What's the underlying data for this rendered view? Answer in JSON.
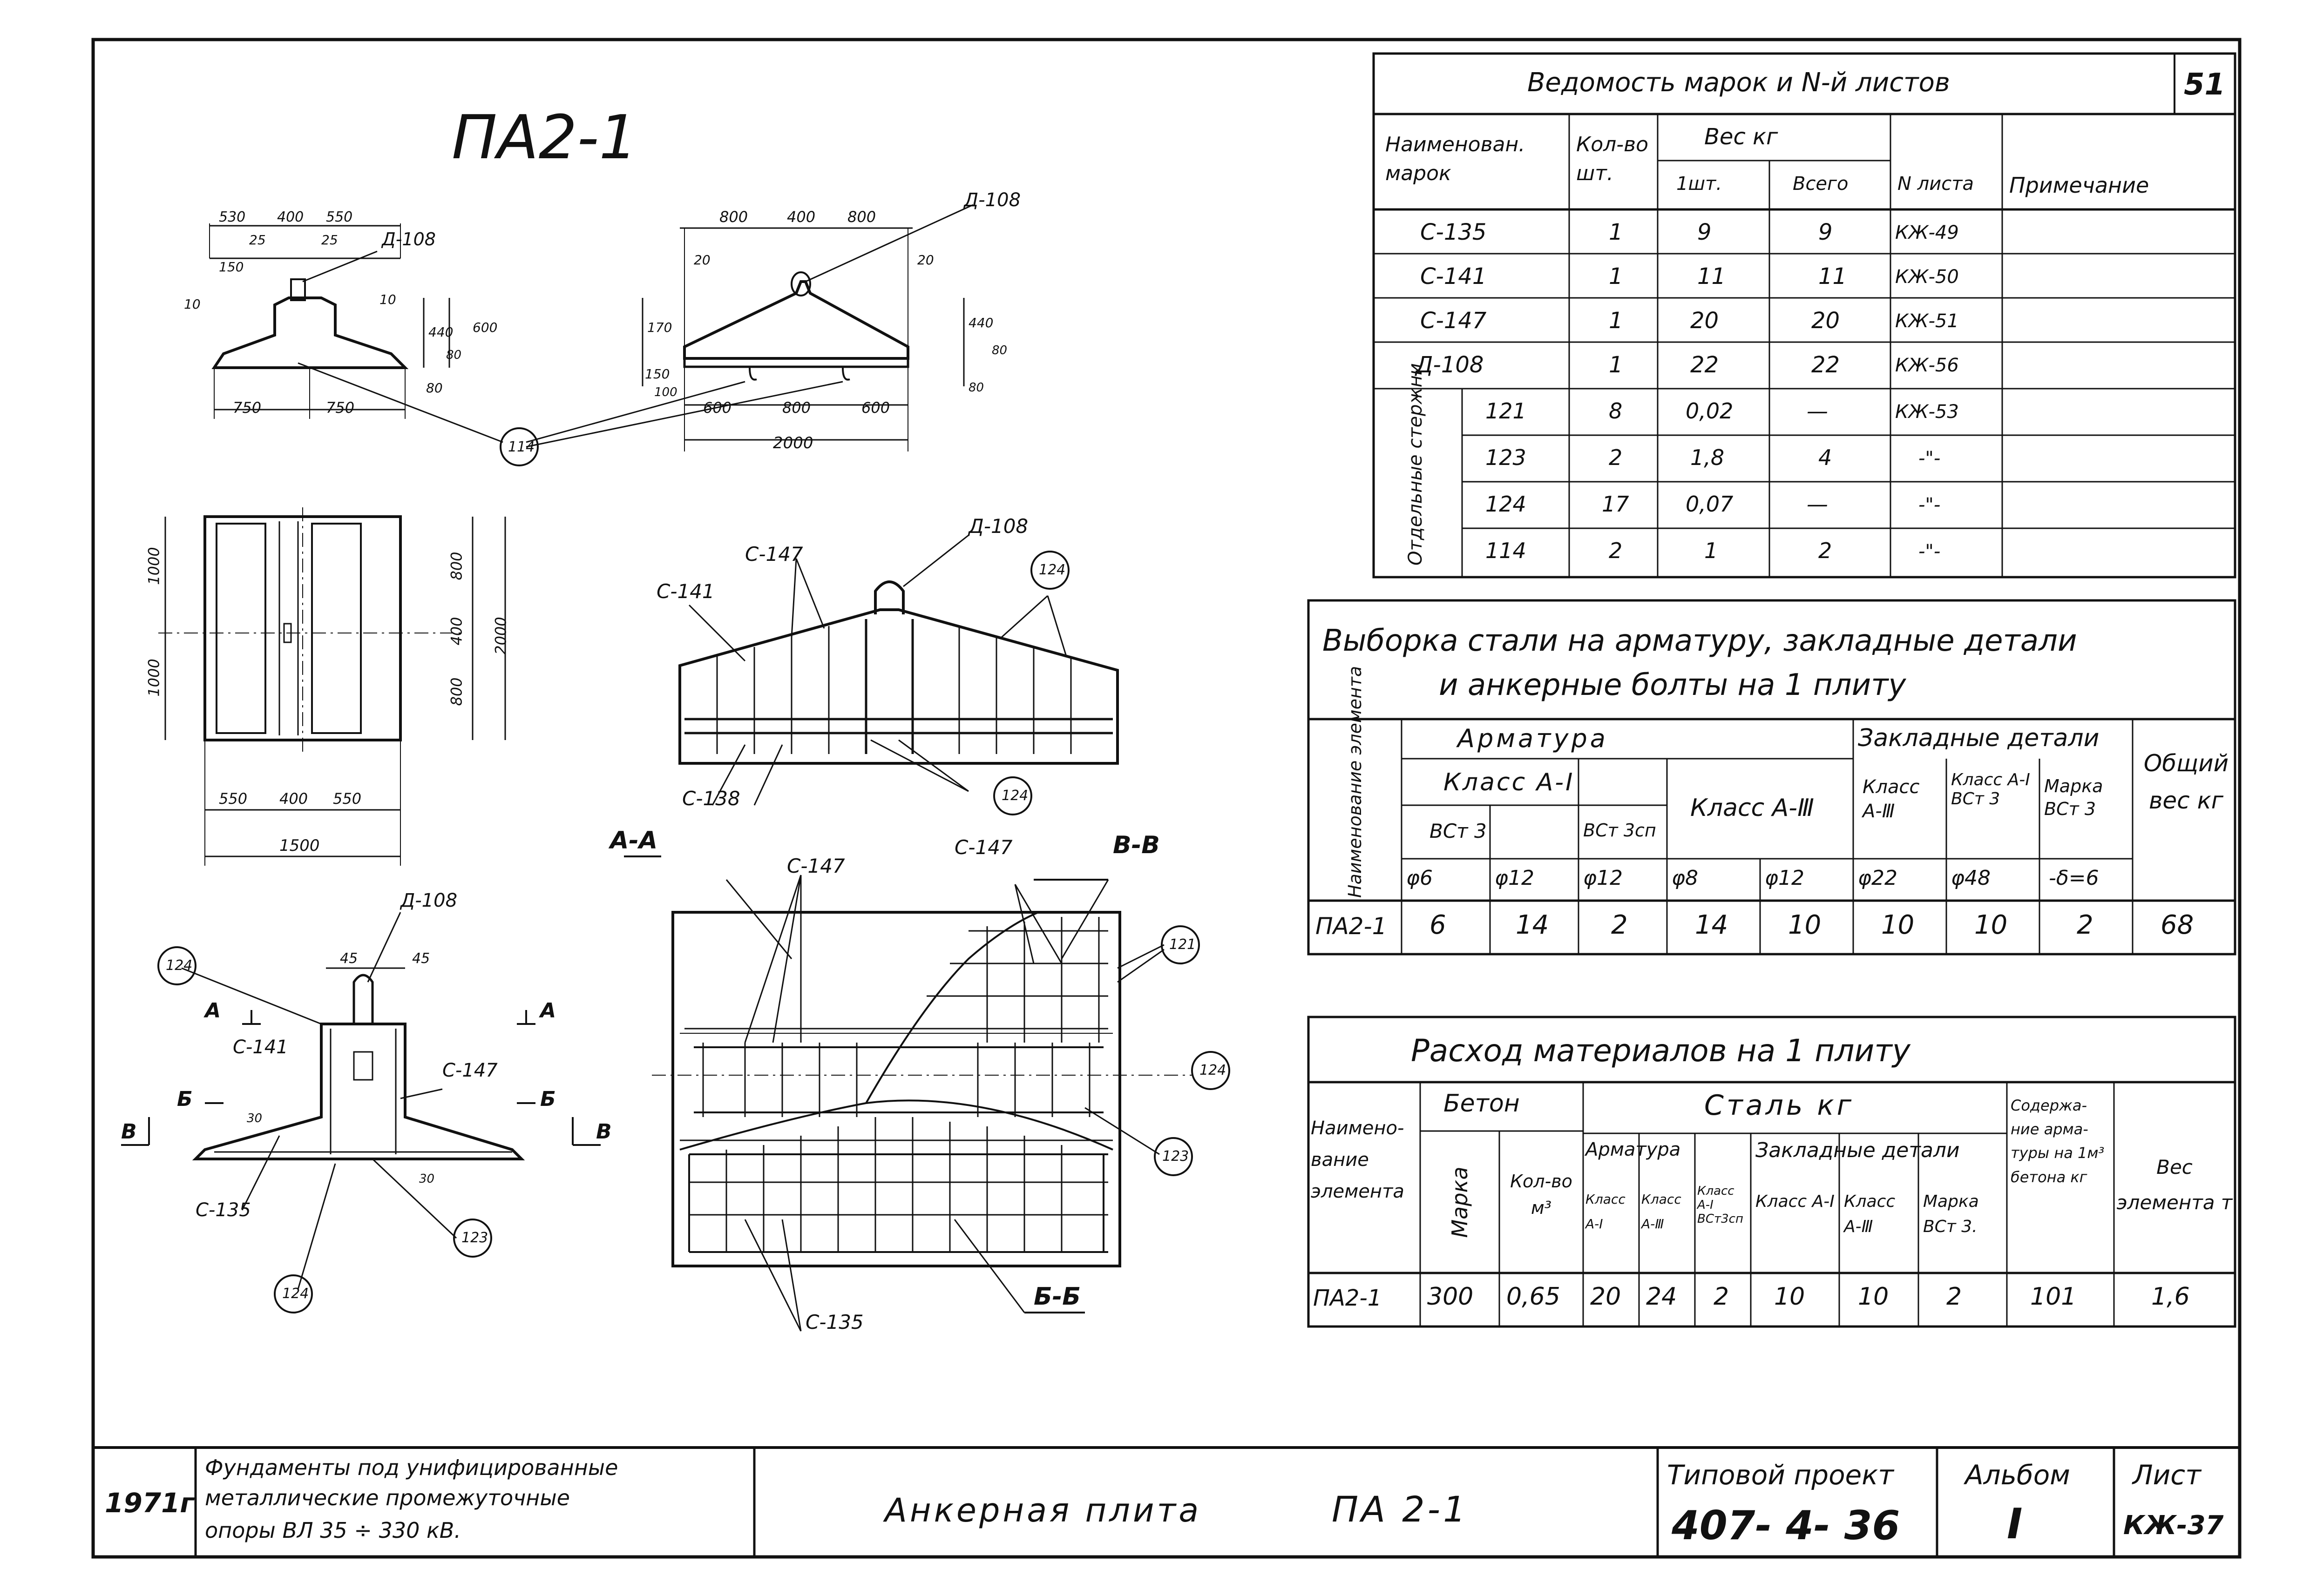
{
  "sheet": {
    "title": "ПА2-1",
    "page_corner": "51"
  },
  "drawing_labels": {
    "d108": "Д-108",
    "c141": "С-141",
    "c147": "С-147",
    "c138": "С-138",
    "c135": "С-135",
    "aa": "А-А",
    "bb": "Б-Б",
    "vv": "В-В",
    "a": "А",
    "b": "Б",
    "v": "В"
  },
  "dims": {
    "top_left": [
      "530",
      "400",
      "550",
      "25",
      "25",
      "150",
      "10",
      "10",
      "440",
      "80",
      "600",
      "80",
      "750",
      "750"
    ],
    "top_right": [
      "800",
      "400",
      "800",
      "20",
      "20",
      "170",
      "150",
      "100",
      "440",
      "80",
      "80",
      "600",
      "800",
      "600",
      "2000"
    ],
    "plan": [
      "1000",
      "1000",
      "800",
      "400",
      "800",
      "2000",
      "550",
      "400",
      "550",
      "1500"
    ],
    "section": [
      "45",
      "45",
      "30",
      "30"
    ]
  },
  "callouts": [
    "114",
    "124",
    "124",
    "121",
    "124",
    "123",
    "124",
    "123",
    "124"
  ],
  "marks_table": {
    "title": "Ведомость марок и N-й листов",
    "headers": {
      "name": "Наименован. марок",
      "qty": "Кол-во шт.",
      "weight": "Вес кг",
      "per_unit": "1шт.",
      "total": "Всего",
      "sheet": "N листа",
      "note": "Примечание"
    },
    "group_label": "Отдельные стержни",
    "rows": [
      {
        "name": "С-135",
        "qty": "1",
        "unit": "9",
        "total": "9",
        "sheet": "КЖ-49"
      },
      {
        "name": "С-141",
        "qty": "1",
        "unit": "11",
        "total": "11",
        "sheet": "КЖ-50"
      },
      {
        "name": "С-147",
        "qty": "1",
        "unit": "20",
        "total": "20",
        "sheet": "КЖ-51"
      },
      {
        "name": "Д-108",
        "qty": "1",
        "unit": "22",
        "total": "22",
        "sheet": "КЖ-56"
      },
      {
        "name": "121",
        "qty": "8",
        "unit": "0,02",
        "total": "—",
        "sheet": "КЖ-53"
      },
      {
        "name": "123",
        "qty": "2",
        "unit": "1,8",
        "total": "4",
        "sheet": "-\"-"
      },
      {
        "name": "124",
        "qty": "17",
        "unit": "0,07",
        "total": "—",
        "sheet": "-\"-"
      },
      {
        "name": "114",
        "qty": "2",
        "unit": "1",
        "total": "2",
        "sheet": "-\"-"
      }
    ]
  },
  "steel_table": {
    "title_line1": "Выборка стали на арматуру, закладные детали",
    "title_line2": "и анкерные болты на 1 плиту",
    "headers": {
      "name": "Наименование элемента",
      "armatura": "Арматура",
      "class_a1": "Класс А-I",
      "vst3": "ВСт 3",
      "vst3sp": "ВСт 3сп",
      "class_a3": "Класс А-Ⅲ",
      "embedded": "Закладные детали",
      "emb_a3": "Класс А-Ⅲ",
      "emb_a1": "Класс А-I ВСт 3",
      "emb_mark": "Марка ВСт 3",
      "total": "Общий вес кг"
    },
    "diameters": [
      "φ6",
      "φ12",
      "φ12",
      "φ8",
      "φ12",
      "φ22",
      "φ48",
      "-δ=6"
    ],
    "row": {
      "name": "ПА2-1",
      "values": [
        "6",
        "14",
        "2",
        "14",
        "10",
        "10",
        "10",
        "2",
        "68"
      ]
    }
  },
  "materials_table": {
    "title": "Расход материалов на 1 плиту",
    "headers": {
      "name": "Наимено- вание элемента",
      "beton": "Бетон",
      "marka": "Марка",
      "vol": "Кол-во м³",
      "steel": "Сталь кг",
      "armatura": "Арматура",
      "embedded": "Закладные детали",
      "k_a1": "Класс А-I",
      "k_a3": "Класс А-Ⅲ",
      "k_a1sp": "Класс А-I ВСт3сп",
      "z_a1": "Класс А-I",
      "z_a3": "Класс А-Ⅲ",
      "z_mark": "Марка ВСт 3.",
      "content": "Содержа- ние арма- туры на 1м³ бетона кг",
      "weight": "Вес элемента т"
    },
    "row": {
      "name": "ПА2-1",
      "values": [
        "300",
        "0,65",
        "20",
        "24",
        "2",
        "10",
        "10",
        "2",
        "101",
        "1,6"
      ]
    }
  },
  "title_block": {
    "year": "1971г",
    "desc_line1": "Фундаменты под унифицированные",
    "desc_line2": "металлические промежуточные",
    "desc_line3": "опоры ВЛ 35 ÷ 330 кВ.",
    "doc_name": "Анкерная плита",
    "doc_mark": "ПА 2-1",
    "project_label": "Типовой проект",
    "project_no": "407- 4- 36",
    "album_label": "Альбом",
    "album_no": "I",
    "sheet_label": "Лист",
    "sheet_no": "КЖ-37"
  }
}
